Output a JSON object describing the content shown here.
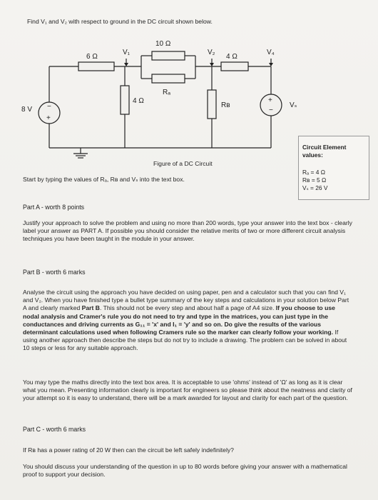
{
  "question": "Find V₁ and V₂ with respect to ground in the DC circuit shown below.",
  "circuit": {
    "caption": "Figure of a DC Circuit",
    "labels": {
      "r_top": "10 Ω",
      "r_left": "6 Ω",
      "r_mid": "4 Ω",
      "r_right_top": "4 Ω",
      "v1": "V₁",
      "v2": "V₂",
      "v4": "V₄",
      "ra": "Rₐ",
      "rb": "Rʙ",
      "vs": "Vₛ",
      "source": "8 V",
      "plus_left": "+",
      "minus_left": "−",
      "plus_right": "+",
      "minus_right": "−"
    }
  },
  "instruction": "Start by typing the values of Rₐ, Rʙ and Vₛ into the text box.",
  "element_values": {
    "title": "Circuit Element values:",
    "ra": "Rₐ = 4 Ω",
    "rb": "Rʙ = 5 Ω",
    "vs": "Vₛ = 26 V"
  },
  "part_a": {
    "heading": "Part A - worth 8 points",
    "body": "Justify your approach to solve the problem and using no more than 200 words, type your answer into the text box - clearly label your answer as PART A. If possible you should consider the relative merits of two or more different circuit analysis techniques you have been taught in the module in your answer."
  },
  "part_b": {
    "heading": "Part  B - worth 6 marks",
    "body1": "Analyse the circuit using the approach you have decided on using paper, pen and a calculator such that you can find V₁ and V₂. When you have finished type a bullet type summary of the key steps and calculations in your solution below Part A and clearly marked ",
    "body1_bold": "Part B",
    "body1_end": ". This should not be every step and about half a page of A4 size. ",
    "body1_bold2": "If you choose to use nodal analysis and Cramer's rule you do not need to try and type in the matrices, you can just type in the conductances and driving currents as G₁₁ = 'x' and I₁ = 'y' and so on. Do give the results of the various determinant calculations used when following Cramers rule so the marker can clearly follow your working.",
    "body1_tail": " If using another approach then describe the steps but do not try to include a drawing. The problem can be solved in about 10  steps or less for any suitable approach.",
    "body2": "You may type the maths directly into the text box area. It is acceptable to use 'ohms' instead of 'Ω' as long as it is clear what you mean. Presenting information clearly is important for engineers so please think about the neatness and clarity of your attempt so it is easy to understand, there will be a mark awarded for layout and clarity for each part of the question."
  },
  "part_c": {
    "heading": "Part  C - worth 6 marks",
    "question": "If Rʙ has a power rating of 20 W then can the circuit be left safely indefinitely?",
    "body": "You should discuss your understanding of the question in up to 80 words before giving your answer with a mathematical proof to support your decision."
  }
}
